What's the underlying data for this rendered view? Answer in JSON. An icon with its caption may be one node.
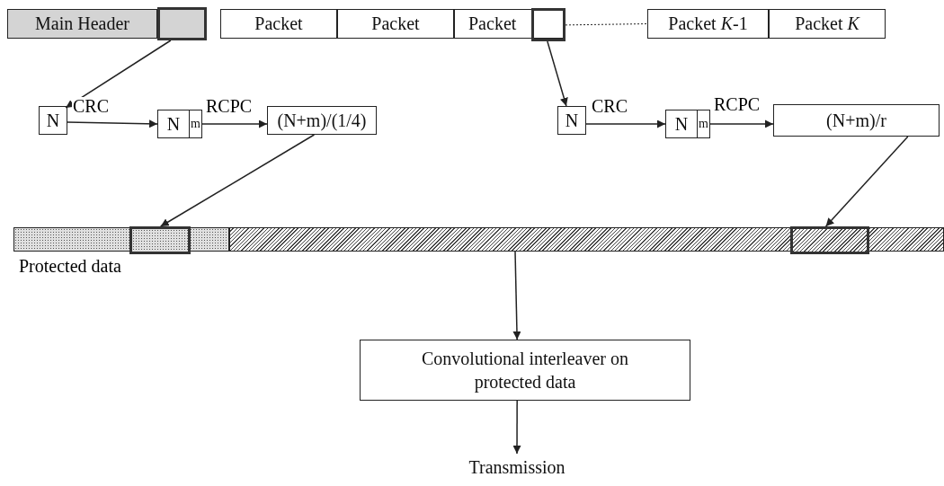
{
  "diagram": {
    "nodes": [
      {
        "text": [
          "Main Header"
        ]
      },
      {
        "text": [],
        "shape": "box"
      },
      {
        "text": [
          "Packet"
        ]
      },
      {
        "text": [
          "Packet"
        ]
      },
      {
        "text": [
          "Packet"
        ]
      },
      {
        "text": [],
        "shape": "box",
        "in": 4
      },
      {
        "text": [
          "Packet *K*-1"
        ]
      },
      {
        "text": [
          "Packet *K*"
        ]
      },
      {
        "text": [
          "N"
        ]
      },
      {
        "text": [
          "N",
          "m"
        ]
      },
      {
        "text": [
          "(N+m)/(1/4)"
        ]
      },
      {
        "text": [
          "N"
        ]
      },
      {
        "text": [
          "N",
          "m"
        ]
      },
      {
        "text": [
          "(N+m)/r"
        ]
      },
      {
        "text": [],
        "shape": "bar"
      },
      {
        "text": [],
        "shape": "box",
        "in": 14
      },
      {
        "text": [],
        "shape": "bar"
      },
      {
        "text": [],
        "shape": "box",
        "in": 16
      },
      {
        "text": [
          "Convolutional interleaver on protected data"
        ]
      },
      {
        "text": [
          "Transmission"
        ]
      }
    ],
    "edges": [
      {
        "from": 1,
        "to": 8,
        "arrow": "to"
      },
      {
        "from": 5,
        "to": 11,
        "arrow": "to"
      },
      {
        "from": 5,
        "to": 6,
        "arrow": "none",
        "style": "dashed"
      },
      {
        "from": 8,
        "to": 9,
        "arrow": "to",
        "label": "CRC"
      },
      {
        "from": 9,
        "to": 10,
        "arrow": "to",
        "label": "RCPC"
      },
      {
        "from": 11,
        "to": 12,
        "arrow": "to",
        "label": "CRC"
      },
      {
        "from": 12,
        "to": 13,
        "arrow": "to",
        "label": "RCPC"
      },
      {
        "from": 10,
        "to": 15,
        "arrow": "to"
      },
      {
        "from": 13,
        "to": 17,
        "arrow": "to"
      },
      {
        "from": 16,
        "to": 18,
        "arrow": "to"
      },
      {
        "from": 18,
        "to": 19,
        "arrow": "to"
      }
    ],
    "labels": [
      "Protected data"
    ]
  }
}
